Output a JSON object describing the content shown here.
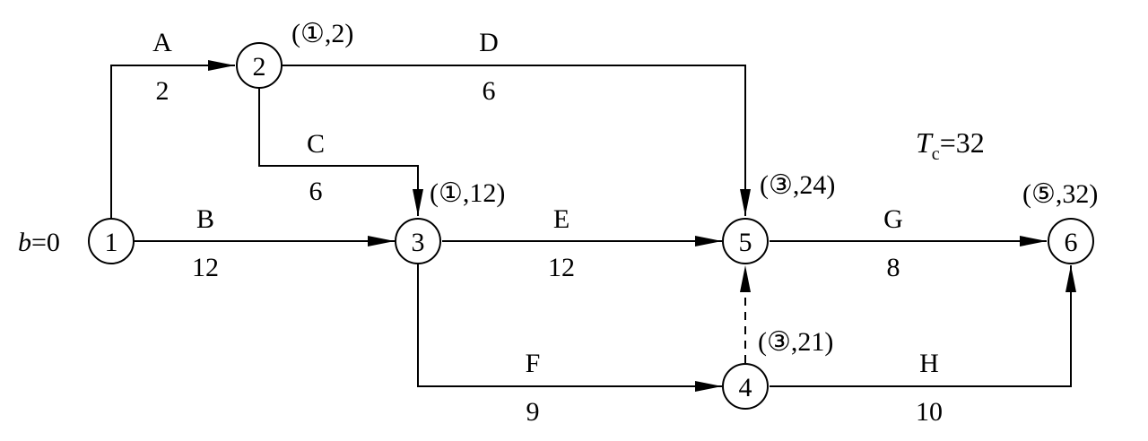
{
  "nodes": [
    {
      "id": "1",
      "label": "1"
    },
    {
      "id": "2",
      "label": "2"
    },
    {
      "id": "3",
      "label": "3"
    },
    {
      "id": "4",
      "label": "4"
    },
    {
      "id": "5",
      "label": "5"
    },
    {
      "id": "6",
      "label": "6"
    }
  ],
  "annotations": {
    "node2": "(①,2)",
    "node3": "(①,12)",
    "node5": "(③,24)",
    "node4": "(③,21)",
    "node6": "(⑤,32)"
  },
  "start": {
    "var": "b",
    "rest": "=0"
  },
  "completion": {
    "var": "T",
    "sub": "c",
    "rest": "=32"
  },
  "activities": [
    {
      "name": "A",
      "duration": "2",
      "from": "1",
      "to": "2"
    },
    {
      "name": "B",
      "duration": "12",
      "from": "1",
      "to": "3"
    },
    {
      "name": "C",
      "duration": "6",
      "from": "2",
      "to": "3"
    },
    {
      "name": "D",
      "duration": "6",
      "from": "2",
      "to": "5"
    },
    {
      "name": "E",
      "duration": "12",
      "from": "3",
      "to": "5"
    },
    {
      "name": "F",
      "duration": "9",
      "from": "3",
      "to": "4"
    },
    {
      "name": "G",
      "duration": "8",
      "from": "5",
      "to": "6"
    },
    {
      "name": "H",
      "duration": "10",
      "from": "4",
      "to": "6"
    }
  ],
  "dummy_activity": {
    "from": "4",
    "to": "5",
    "style": "dashed"
  }
}
